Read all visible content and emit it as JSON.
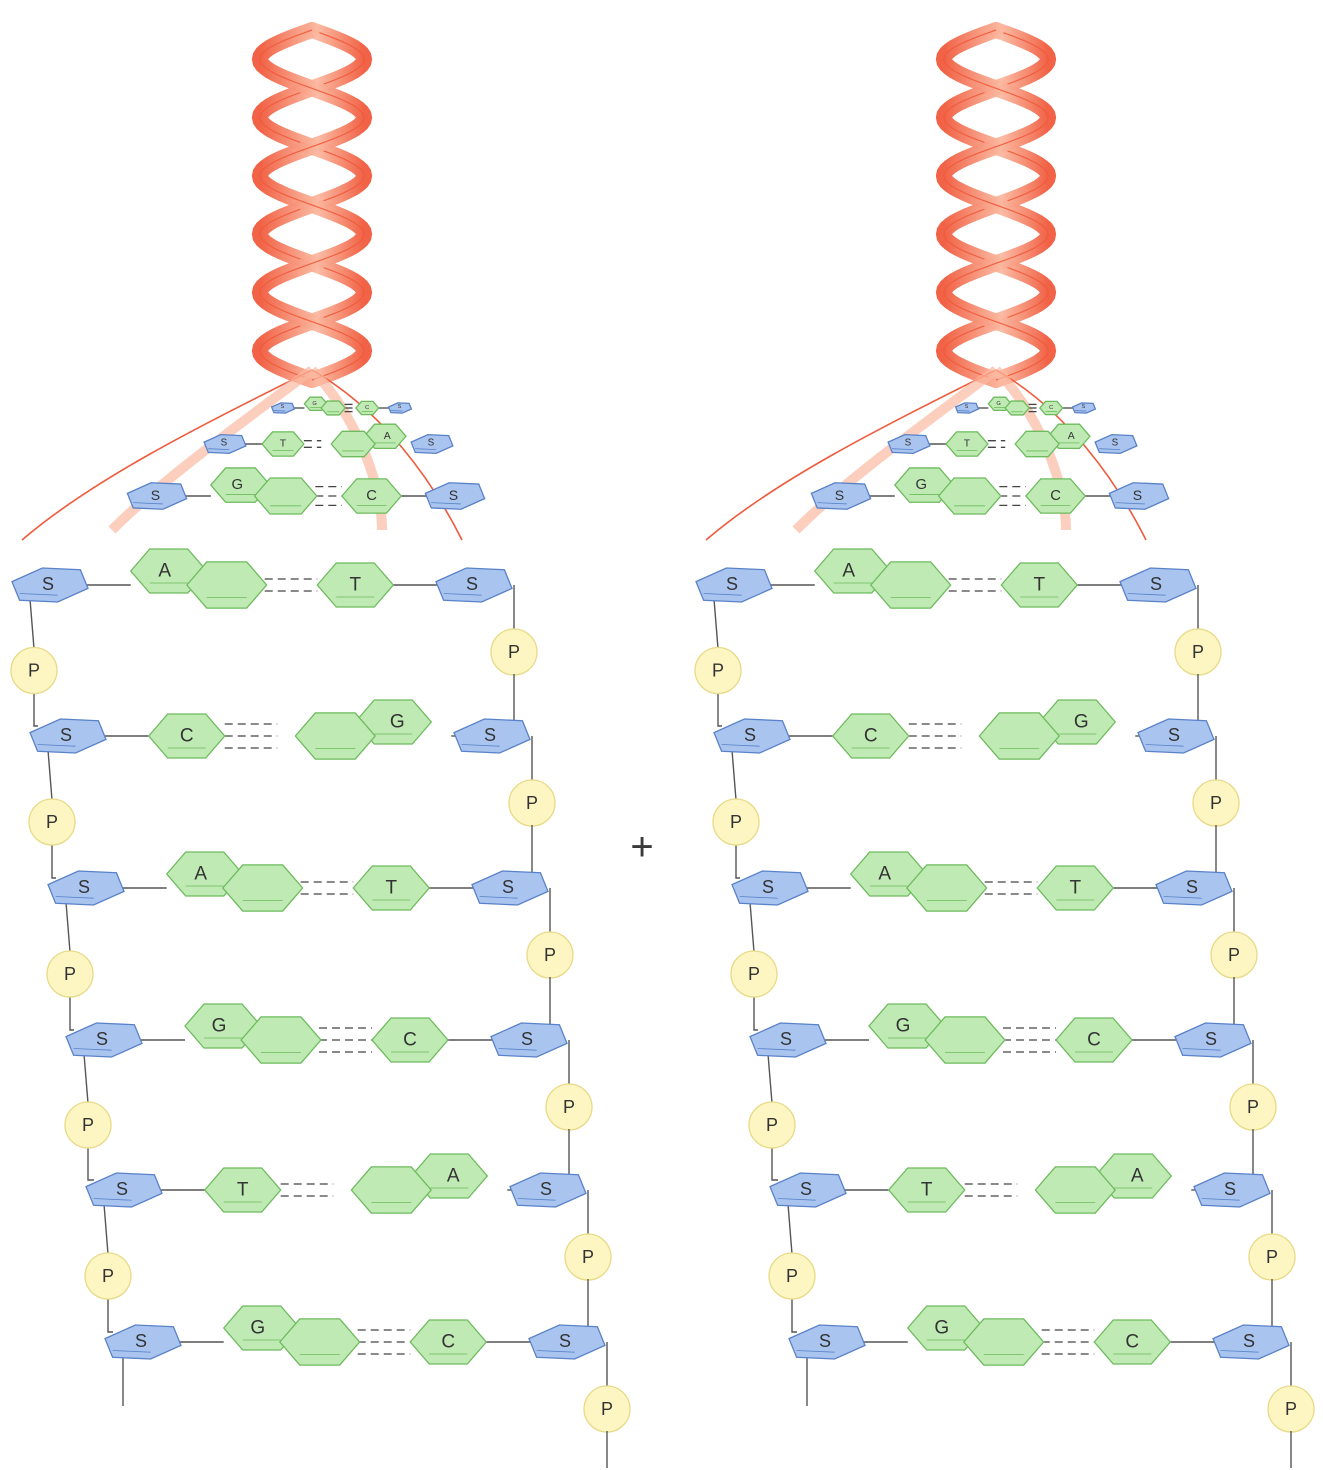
{
  "combine_symbol": "+",
  "colors": {
    "ribbon": "#f05a3c",
    "ribbon_light": "#fbb9a1",
    "sugar_fill": "#a9c4ef",
    "sugar_stroke": "#5a82c8",
    "base_fill": "#bfeab4",
    "base_stroke": "#6dbb5d",
    "phosphate_fill": "#fdf6c3",
    "phosphate_stroke": "#e8da88",
    "backbone": "#555555"
  },
  "labels": {
    "sugar": "S",
    "phosphate": "P"
  },
  "molecules": [
    {
      "name": "left-dna",
      "helix_pairs": [
        {
          "left_base": "G",
          "right_base": "C"
        },
        {
          "left_base": "T",
          "right_base": "A"
        },
        {
          "left_base": "G",
          "right_base": "C"
        }
      ],
      "ladder_pairs": [
        {
          "left_base": "A",
          "right_base": "T"
        },
        {
          "left_base": "C",
          "right_base": "G"
        },
        {
          "left_base": "A",
          "right_base": "T"
        },
        {
          "left_base": "G",
          "right_base": "C"
        },
        {
          "left_base": "T",
          "right_base": "A"
        },
        {
          "left_base": "G",
          "right_base": "C"
        }
      ]
    },
    {
      "name": "right-dna",
      "helix_pairs": [
        {
          "left_base": "G",
          "right_base": "C"
        },
        {
          "left_base": "T",
          "right_base": "A"
        },
        {
          "left_base": "G",
          "right_base": "C"
        }
      ],
      "ladder_pairs": [
        {
          "left_base": "A",
          "right_base": "T"
        },
        {
          "left_base": "C",
          "right_base": "G"
        },
        {
          "left_base": "A",
          "right_base": "T"
        },
        {
          "left_base": "G",
          "right_base": "C"
        },
        {
          "left_base": "T",
          "right_base": "A"
        },
        {
          "left_base": "G",
          "right_base": "C"
        }
      ]
    }
  ]
}
